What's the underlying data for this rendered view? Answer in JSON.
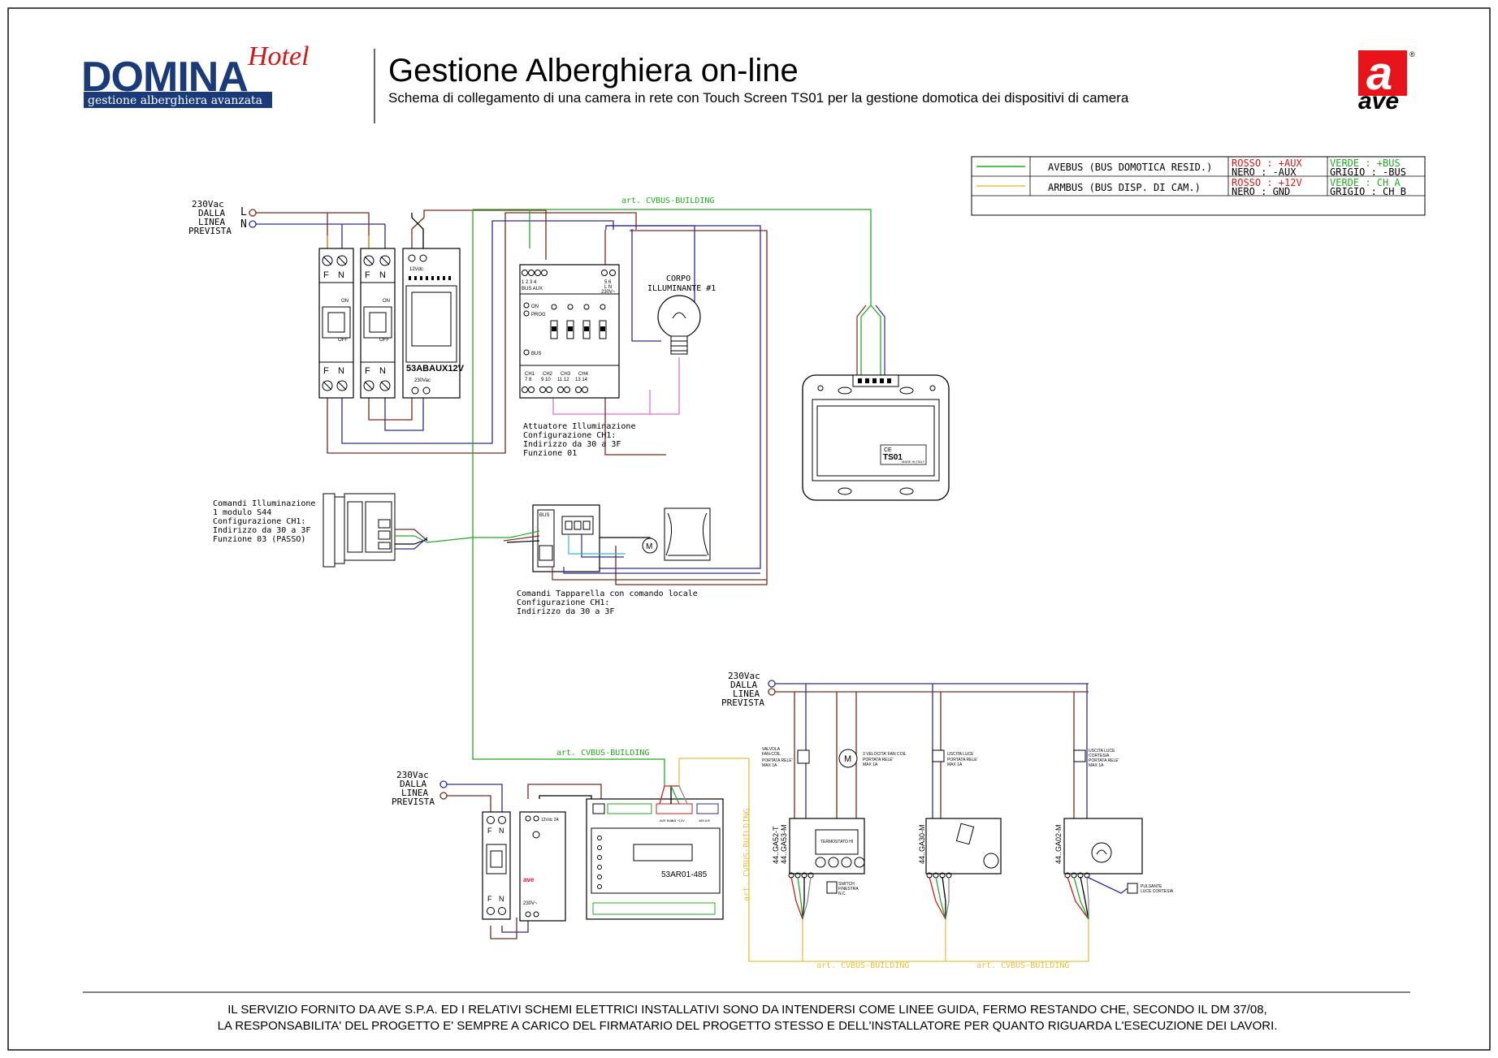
{
  "header": {
    "logo_brand": "DOMINA",
    "logo_script": "Hotel",
    "logo_tagline": "gestione alberghiera avanzata",
    "title": "Gestione Alberghiera on-line",
    "subtitle": "Schema di collegamento di una camera in rete con Touch Screen TS01 per la gestione domotica dei dispositivi di camera",
    "ave_mark": "a",
    "ave_word": "ave",
    "registered": "®"
  },
  "legend": {
    "rows": [
      {
        "name": "AVEBUS (BUS DOMOTICA RESID.)",
        "line_color": "#22aa22",
        "wire_a1": "ROSSO : +AUX",
        "wire_a2": "NERO : -AUX",
        "wire_b1": "VERDE : +BUS",
        "wire_b2": "GRIGIO : -BUS"
      },
      {
        "name": "ARMBUS (BUS DISP. DI CAM.)",
        "line_color": "#e8c040",
        "wire_a1": "ROSSO : +12V",
        "wire_a2": "NERO : GND",
        "wire_b1": "VERDE : CH A",
        "wire_b2": "GRIGIO : CH B"
      }
    ]
  },
  "labels": {
    "supply_top": [
      "230Vac",
      "DALLA",
      "LINEA",
      "PREVISTA"
    ],
    "L": "L",
    "N": "N",
    "cable_avebus": "art. CVBUS-BUILDING",
    "cable_avebus_lower": "art. CVBUS-BUILDING",
    "cable_armbus_vertical": "art. CVBUS-BUILDING",
    "cable_armbus_bottom_1": "art. CVBUS-BUILDING",
    "cable_armbus_bottom_2": "art. CVBUS-BUILDING",
    "breaker_F": "F",
    "breaker_N": "N",
    "breaker_on": "ON",
    "breaker_off": "OFF",
    "psu_model": "53ABAUX12V",
    "psu_out": "12Vdc",
    "psu_in": "230Vac",
    "actuator_top_left": "1 2 3 4",
    "actuator_bus_aux": "BUS AUX",
    "actuator_top_right": "5 6",
    "actuator_ln": "L N",
    "actuator_230": "230V~",
    "actuator_on": "ON",
    "actuator_prog": "PROG",
    "actuator_bus_led": "BUS",
    "actuator_channels": [
      "CH1",
      "CH2",
      "CH3",
      "CH4"
    ],
    "actuator_terminals": [
      "7 8",
      "9 10",
      "11 12",
      "13 14"
    ],
    "lamp_label": [
      "CORPO",
      "ILLUMINANTE #1"
    ],
    "actuator_caption": [
      "Attuatore Illuminazione",
      "Configurazione CH1:",
      "Indirizzo  da 30 a 3F",
      "Funzione  01"
    ],
    "ts01_model": "TS01",
    "ts01_ce": "CE",
    "ts01_made": "MADE IN ITALY",
    "cmd_light_caption": [
      "Comandi Illuminazione",
      "1 modulo S44",
      "Configurazione CH1:",
      "Indirizzo  da 30 a 3F",
      "Funzione  03 (PASSO)"
    ],
    "shutter_bus": "BUS",
    "motor_m": "M",
    "shutter_caption": [
      "Comandi Tapparella con comando locale",
      "Configurazione CH1:",
      "Indirizzo  da 30 a 3F"
    ],
    "supply_right": [
      "230Vac",
      "DALLA",
      "LINEA",
      "PREVISTA"
    ],
    "supply_bottom": [
      "230Vac",
      "DALLA",
      "LINEA",
      "PREVISTA"
    ],
    "valve_label": [
      "VALVOLA",
      "FAN-COIL",
      "PORTATA RELE'",
      "MAX 1A"
    ],
    "fan_label": [
      "3 VELOCITA' FAN COIL",
      "PORTATA RELE'",
      "MAX 1A"
    ],
    "light_out_1": [
      "USCITA LUCE",
      "PORTATA RELE'",
      "MAX 1A"
    ],
    "light_out_2": [
      "USCITA LUCE",
      "CORTESIA",
      "PORTATA RELE'",
      "MAX 1A"
    ],
    "thermo_models": [
      "44..GA52-T",
      "44..GA53-M"
    ],
    "thermo_display": "TERMOSTATO HI",
    "window_switch": [
      "SWITCH",
      "FINESTRA",
      "N.C."
    ],
    "reader_model": "44..GA30-M",
    "courtesy_model": "44..GA02-M",
    "courtesy_button": [
      "PULSANTE",
      "LUCE CORTESIA"
    ],
    "armbus_psu_out": "12Vdc 2A",
    "armbus_psu_in": "230V~",
    "armbus_psu_brand": "ave",
    "controller_model": "53AR01-485",
    "controller_top_a": "AVE BUS",
    "controller_top_b": "A B +12V",
    "controller_top_c": "485 A B"
  },
  "footer": {
    "line1": "IL SERVIZIO FORNITO DA AVE S.P.A. ED I RELATIVI SCHEMI ELETTRICI INSTALLATIVI SONO DA INTENDERSI COME LINEE GUIDA, FERMO RESTANDO CHE, SECONDO IL DM 37/08,",
    "line2": "LA RESPONSABILITA' DEL PROGETTO E' SEMPRE A CARICO DEL FIRMATARIO DEL PROGETTO STESSO E DELL'INSTALLATORE PER QUANTO RIGUARDA L'ESECUZIONE DEI LAVORI."
  },
  "colors": {
    "bus_green": "#22aa22",
    "armbus_yellow": "#e8c040",
    "line_brown": "#7a2a1a",
    "neutral_blue": "#2a2aa0",
    "logo_blue": "#1a3a7a",
    "logo_red": "#d01818",
    "ave_red": "#e8141c",
    "pink": "#e070c0",
    "cyan": "#30b8e0",
    "orange": "#e89020"
  }
}
